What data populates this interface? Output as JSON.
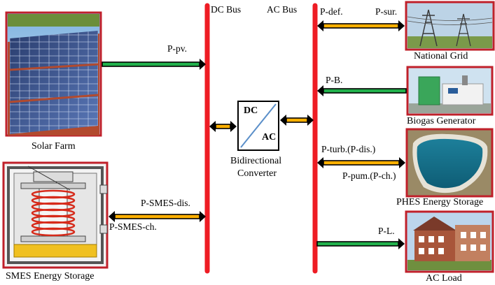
{
  "buses": {
    "dc": "DC Bus",
    "ac": "AC Bus"
  },
  "sources": {
    "solar": "Solar Farm",
    "smes": "SMES Energy Storage",
    "grid": "National Grid",
    "biogas": "Biogas Generator",
    "phes": "PHES Energy Storage",
    "load": "AC Load"
  },
  "converter": {
    "dc": "DC",
    "ac": "AC",
    "caption_line1": "Bidirectional",
    "caption_line2": "Converter"
  },
  "flows": {
    "p_pv": "P-pv.",
    "p_smes_dis": "P-SMES-dis.",
    "p_smes_ch": "P-SMES-ch.",
    "p_def": "P-def.",
    "p_sur": "P-sur.",
    "p_b": "P-B.",
    "p_turb": "P-turb.(P-dis.)",
    "p_pum": "P-pum.(P-ch.)",
    "p_l": "P-L."
  },
  "colors": {
    "bus": "#ee1c24",
    "frame": "#c0202a",
    "arrow_green": "#22b14c",
    "arrow_orange": "#ffb000",
    "arrow_outline": "#000000"
  }
}
